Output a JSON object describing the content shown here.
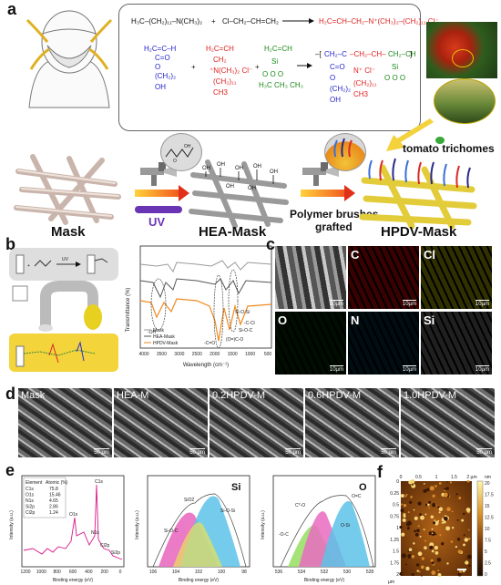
{
  "panel_labels": {
    "a": "a",
    "b": "b",
    "c": "c",
    "d": "d",
    "e": "e",
    "f": "f"
  },
  "panel_a": {
    "reagents": {
      "amine": "H3C–(CH2)11–N(CH3)2",
      "allyl_chloride": "Cl–CH2–CH=CH2",
      "quaternary_salt": "H2C=CH–CH2–N+(CH3)2–(CH2)11–CH3  Cl−",
      "hea": "HEA",
      "vinylsilane": "vinyl trimethoxysilane"
    },
    "captions": {
      "mask": "Mask",
      "hea_mask": "HEA-Mask",
      "hpdv_mask": "HPDV-Mask",
      "uv": "UV",
      "brushes_line1": "Polymer brushes",
      "brushes_line2": "grafted",
      "trichomes": "tomato trichomes"
    }
  },
  "panel_b": {
    "ftir": {
      "ylabel": "Transmittance (%)",
      "xlabel": "Wavelength (cm⁻¹)",
      "xticks": [
        "4000",
        "3500",
        "3000",
        "2500",
        "2000",
        "1500",
        "1000",
        "500"
      ],
      "legend": [
        "Mask",
        "HEA-Mask",
        "HPDV-Mask"
      ],
      "annotations": [
        "-OH",
        "-C=O",
        "(O=)C-O",
        "Si-O-Si",
        "-C-Cl",
        "Si-O-C"
      ]
    }
  },
  "panel_c": {
    "tiles": [
      {
        "label": "",
        "scale": "10µm",
        "color": "#7a7a7a"
      },
      {
        "label": "C",
        "scale": "10µm",
        "color": "#7a0d0d"
      },
      {
        "label": "Cl",
        "scale": "10µm",
        "color": "#6e6e0a"
      },
      {
        "label": "O",
        "scale": "10µm",
        "color": "#0c3a10"
      },
      {
        "label": "N",
        "scale": "10µm",
        "color": "#0a3a46"
      },
      {
        "label": "Si",
        "scale": "10µm",
        "color": "#5a5a5a"
      }
    ]
  },
  "panel_d": {
    "tiles": [
      {
        "label": "Mask",
        "scale": "50 µm"
      },
      {
        "label": "HEA-M",
        "scale": "50 µm"
      },
      {
        "label": "0.2HPDV-M",
        "scale": "50 µm"
      },
      {
        "label": "0.6HPDV-M",
        "scale": "50 µm"
      },
      {
        "label": "1.0HPDV-M",
        "scale": "50 µm"
      }
    ]
  },
  "panel_e": {
    "survey": {
      "ylabel": "Intensity (a.u.)",
      "xlabel": "Binding energy (eV)",
      "xticks": [
        "1200",
        "1000",
        "800",
        "600",
        "400",
        "200",
        "0"
      ],
      "peaks": [
        "C1s",
        "O1s",
        "N1s",
        "Cl2p",
        "Si2p"
      ],
      "table_headers": [
        "Element",
        "Atomic (%)"
      ],
      "table_rows": [
        [
          "C1s",
          "75.8"
        ],
        [
          "O1s",
          "15.46"
        ],
        [
          "N1s",
          "4.65"
        ],
        [
          "Si2p",
          "2.86"
        ],
        [
          "Cl2p",
          "1.24"
        ]
      ]
    },
    "si_spectrum": {
      "title": "Si",
      "ylabel": "Intensity (a.u.)",
      "xlabel": "Binding energy (eV)",
      "xticks": [
        "106",
        "104",
        "102",
        "100",
        "98"
      ],
      "components": [
        "SiO2",
        "Si-O-Si",
        "Si-O-C"
      ]
    },
    "o_spectrum": {
      "title": "O",
      "ylabel": "Intensity (a.u.)",
      "xlabel": "Binding energy (eV)",
      "xticks": [
        "536",
        "534",
        "532",
        "530",
        "528"
      ],
      "components": [
        "C*-O",
        "-O-C",
        "O-Si",
        "O=C"
      ]
    }
  },
  "panel_f": {
    "top_ticks": [
      "0",
      "0.5",
      "1",
      "1.5",
      "2 µm"
    ],
    "left_ticks": [
      "0",
      "0.25",
      "0.5",
      "0.75",
      "1",
      "1.25",
      "1.5",
      "1.75",
      "2"
    ],
    "left_unit": "µm",
    "colorbar_unit": "nm",
    "colorbar_ticks": [
      "20",
      "17.5",
      "15",
      "12.5",
      "10",
      "7.5",
      "5",
      "2.5",
      "0"
    ]
  },
  "colors": {
    "mask_fiber": "#d9c9c0",
    "hea_fiber": "#9a9a9a",
    "hpdv_fiber": "#e8d24a",
    "mask_line": "#888888",
    "hea_line": "#555555",
    "hpdv_line": "#f08a1e",
    "si_pink": "#e96bc1",
    "si_blue": "#5cc2e8",
    "si_yellow": "#e8e25a",
    "o_green": "#9be06a",
    "o_pink": "#e96bc1"
  }
}
